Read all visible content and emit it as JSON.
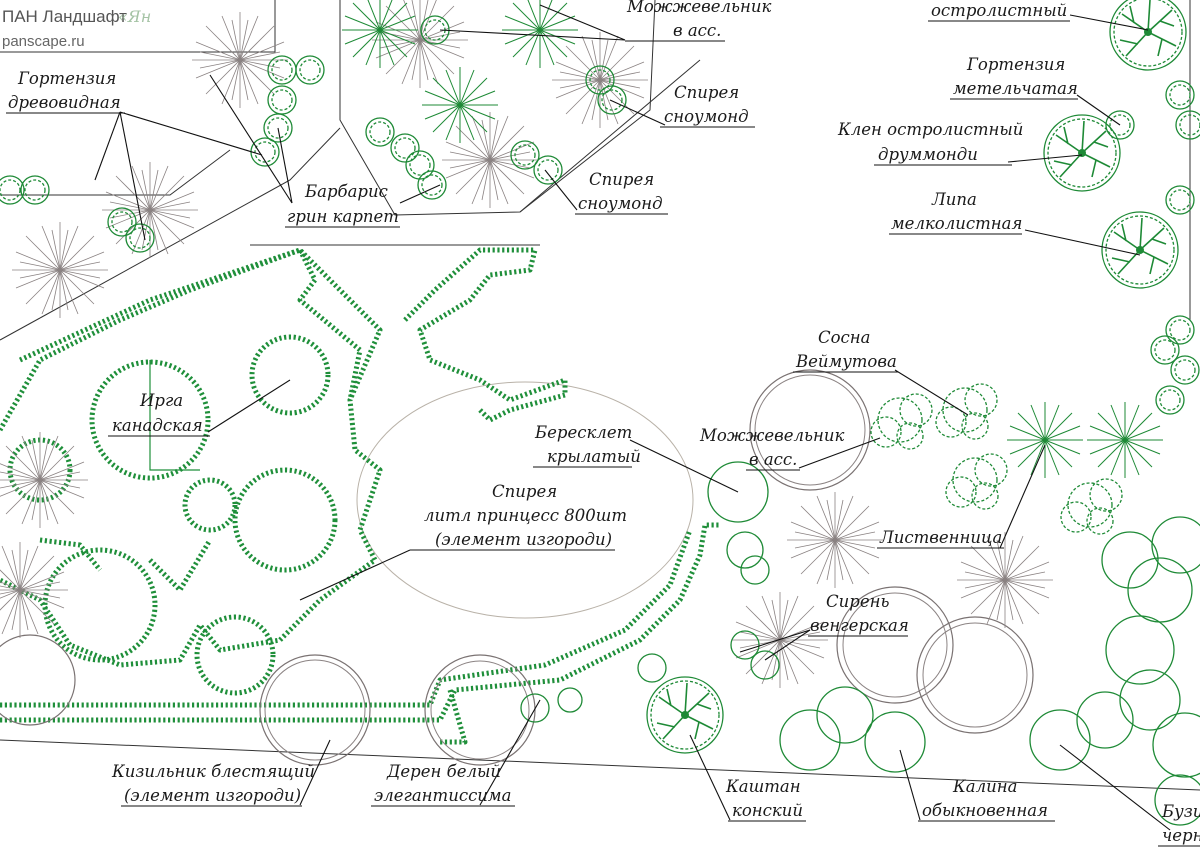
{
  "watermark": {
    "company": "ПАН Ландшафт",
    "site": "panscape.ru"
  },
  "labels": [
    {
      "id": "mozhzhevelnik-top",
      "lines": [
        "Можжевельник",
        "в асс."
      ]
    },
    {
      "id": "ostrolistny-top",
      "lines": [
        "остролистный"
      ]
    },
    {
      "id": "gortenziya-drevo",
      "lines": [
        "Гортензия",
        "древовидная"
      ]
    },
    {
      "id": "spireya-1",
      "lines": [
        "Спирея",
        "сноумонд"
      ]
    },
    {
      "id": "gortenziya-metel",
      "lines": [
        "Гортензия",
        "метельчатая"
      ]
    },
    {
      "id": "klen",
      "lines": [
        "Клен остролистный",
        "друммонди"
      ]
    },
    {
      "id": "barbaris",
      "lines": [
        "Барбарис",
        "грин карпет"
      ]
    },
    {
      "id": "spireya-2",
      "lines": [
        "Спирея",
        "сноумонд"
      ]
    },
    {
      "id": "lipa",
      "lines": [
        "Липа",
        "мелколистная"
      ]
    },
    {
      "id": "sosna",
      "lines": [
        "Сосна",
        "Веймутова"
      ]
    },
    {
      "id": "irga",
      "lines": [
        "Ирга",
        "канадская"
      ]
    },
    {
      "id": "bereskl",
      "lines": [
        "Бересклет",
        "крылатый"
      ]
    },
    {
      "id": "mozhzhevelnik-2",
      "lines": [
        "Можжевельник",
        "в асс."
      ]
    },
    {
      "id": "spireya-main",
      "lines": [
        "Спирея",
        "литл принцесс 800шт",
        "(элемент изгороди)"
      ]
    },
    {
      "id": "listvennitsa",
      "lines": [
        "Лиственница"
      ]
    },
    {
      "id": "siren",
      "lines": [
        "Сирень",
        "венгерская"
      ]
    },
    {
      "id": "kizilnik",
      "lines": [
        "Кизильник блестящий",
        "(элемент изгороди)"
      ]
    },
    {
      "id": "deren",
      "lines": [
        "Дерен белый",
        "элегантиссима"
      ]
    },
    {
      "id": "kashtan",
      "lines": [
        "Каштан",
        "конский"
      ]
    },
    {
      "id": "kalina",
      "lines": [
        "Калина",
        "обыкновенная"
      ]
    },
    {
      "id": "buzina",
      "lines": [
        "Бузи",
        "черн"
      ]
    }
  ]
}
